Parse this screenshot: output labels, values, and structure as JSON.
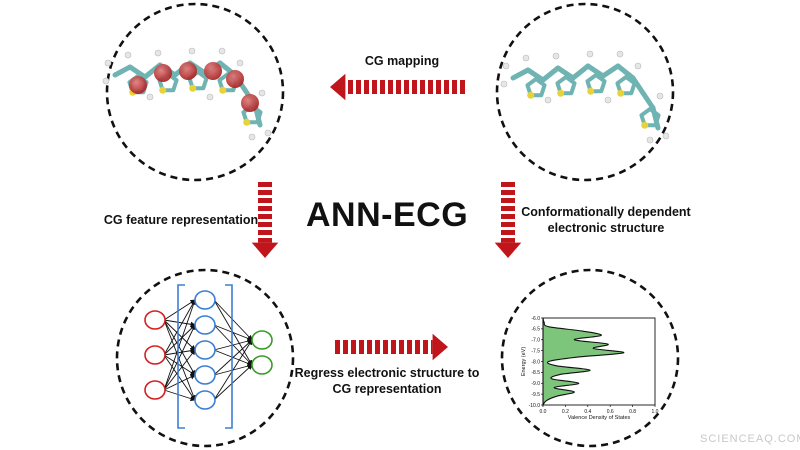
{
  "title": "ANN-ECG",
  "labels": {
    "cg_mapping": "CG mapping",
    "cg_feature": "CG feature representation",
    "conformational_1": "Conformationally dependent",
    "conformational_2": "electronic structure",
    "regress_1": "Regress electronic structure to",
    "regress_2": "CG representation"
  },
  "watermark": "SCIENCEAQ.COM",
  "colors": {
    "arrow": "#c0161b",
    "bead": "#c43a3a",
    "carbon": "#6fb3b3",
    "sulfur": "#e8d23a",
    "hydrogen": "#e6e6e6",
    "input_node": "#d42020",
    "hidden_node": "#3c7fd6",
    "output_node": "#3a9a2a",
    "dos_fill": "#7cc57a"
  },
  "chart_data": {
    "type": "area",
    "xlabel": "Valence Density of States",
    "ylabel": "Energy (eV)",
    "xlim": [
      0.0,
      1.0
    ],
    "ylim": [
      -10.0,
      -6.0
    ],
    "xticks": [
      "0.0",
      "0.2",
      "0.4",
      "0.6",
      "0.8",
      "1.0"
    ],
    "yticks": [
      "-6.0",
      "-6.5",
      "-7.0",
      "-7.5",
      "-8.0",
      "-8.5",
      "-9.0",
      "-9.5",
      "-10.0"
    ],
    "energy": [
      -6.0,
      -6.2,
      -6.4,
      -6.6,
      -6.8,
      -7.0,
      -7.2,
      -7.4,
      -7.6,
      -7.8,
      -8.0,
      -8.2,
      -8.4,
      -8.6,
      -8.8,
      -9.0,
      -9.2,
      -9.4,
      -9.6,
      -9.8,
      -10.0
    ],
    "dos": [
      0.0,
      0.01,
      0.05,
      0.35,
      0.52,
      0.28,
      0.58,
      0.45,
      0.72,
      0.3,
      0.05,
      0.12,
      0.42,
      0.15,
      0.08,
      0.32,
      0.1,
      0.28,
      0.12,
      0.03,
      0.0
    ]
  }
}
